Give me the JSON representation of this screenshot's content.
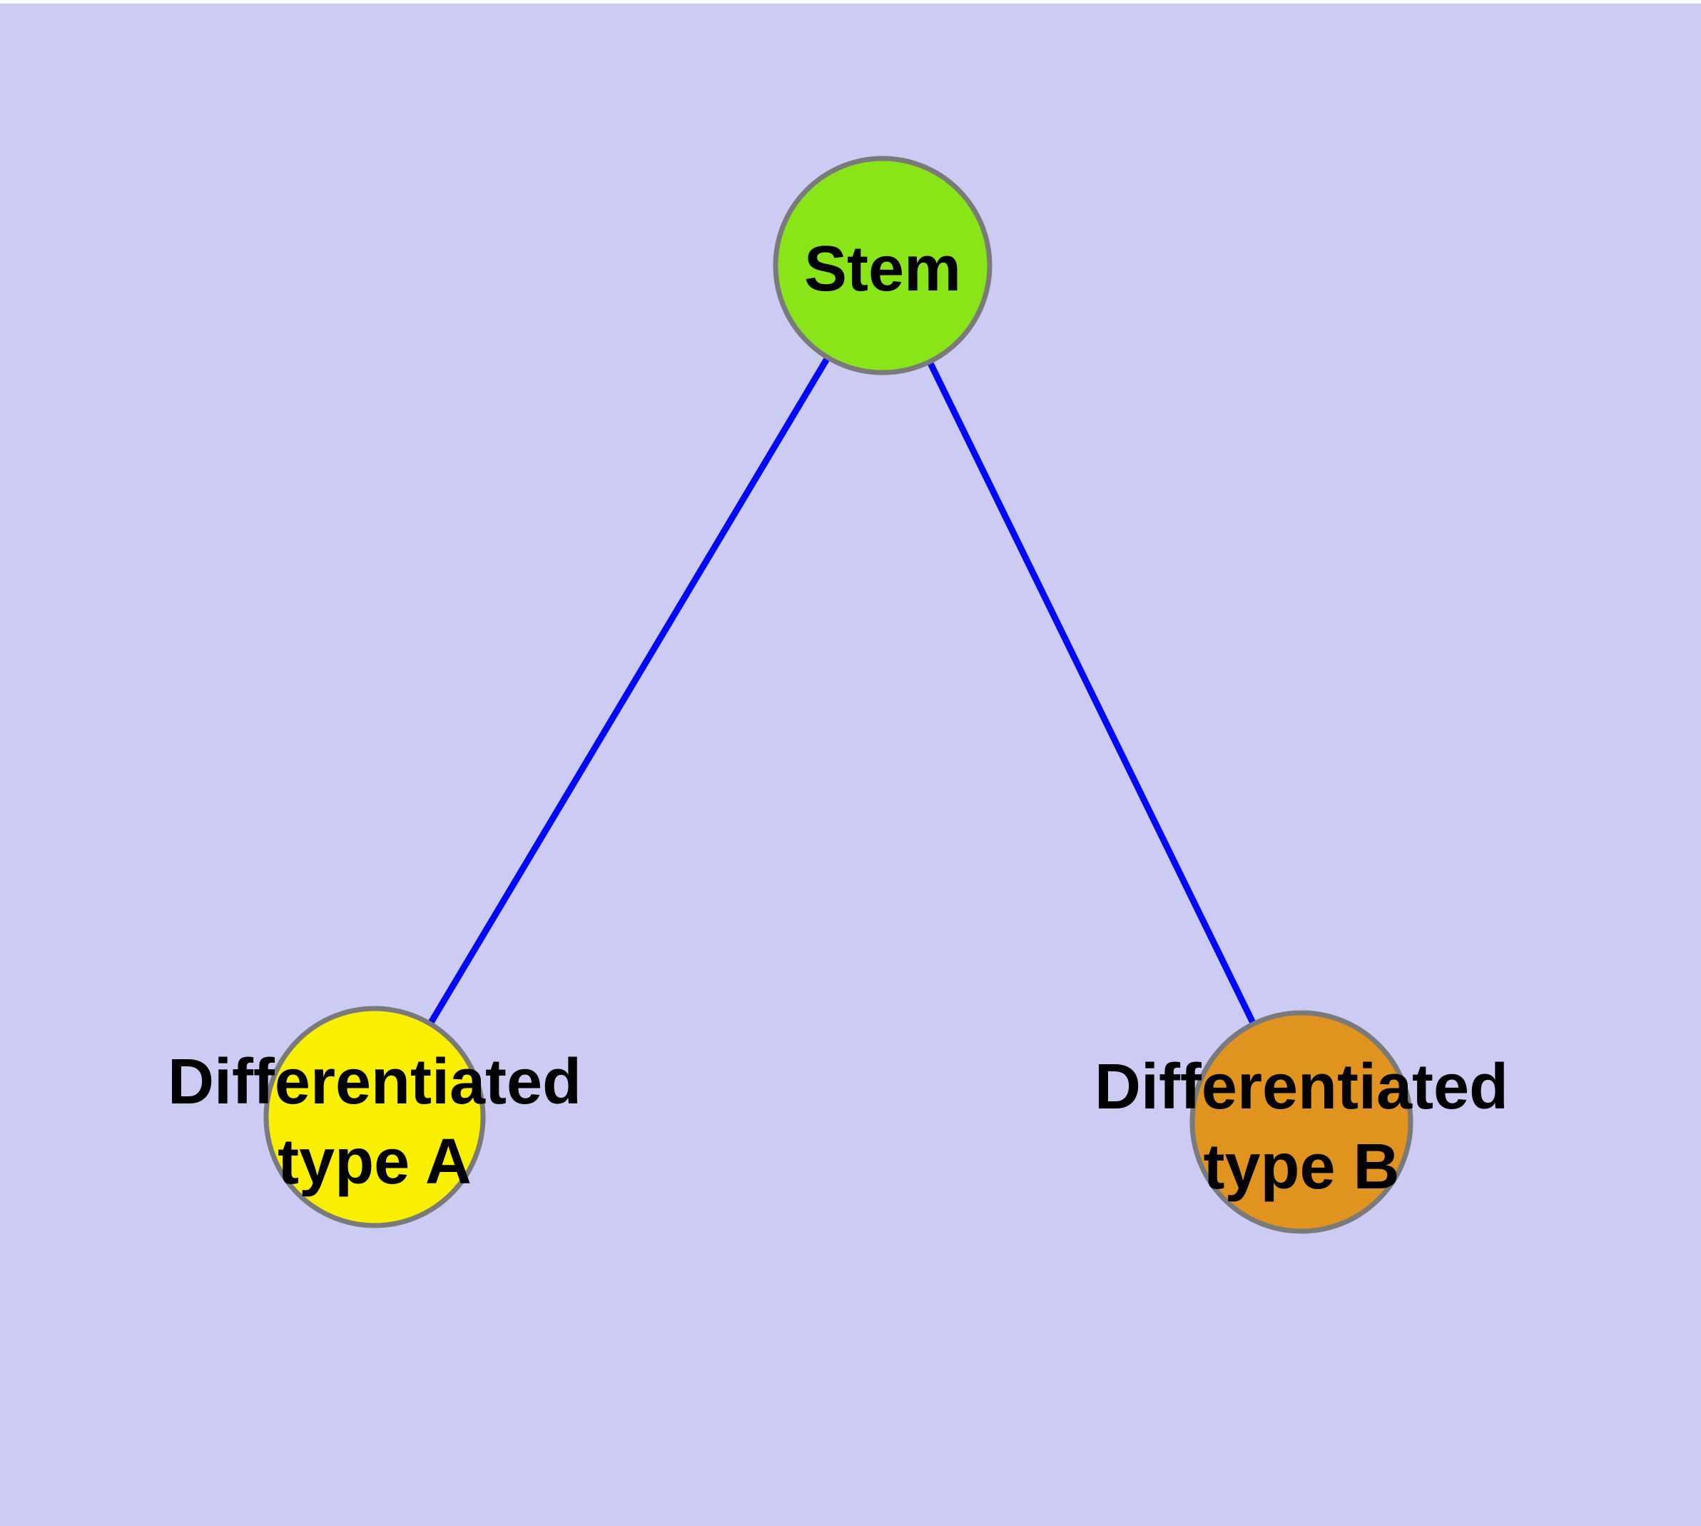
{
  "canvas": {
    "background_color": "#cbcbf4",
    "top_edge_color": "#ffffff"
  },
  "graph": {
    "node_border_color": "#7a7a7a",
    "edge_color": "#0008fa",
    "label_color": "#000000",
    "nodes": [
      {
        "id": "stem",
        "label": "Stem",
        "fill": "#89e418"
      },
      {
        "id": "differentiated-type-a",
        "label_line1": "Differentiated",
        "label_line2": "type A",
        "fill": "#f9f000"
      },
      {
        "id": "differentiated-type-b",
        "label_line1": "Differentiated",
        "label_line2": "type B",
        "fill": "#e0941f"
      }
    ],
    "edges": [
      {
        "from": "Stem",
        "to": "Differentiated type A"
      },
      {
        "from": "Stem",
        "to": "Differentiated type B"
      }
    ]
  }
}
